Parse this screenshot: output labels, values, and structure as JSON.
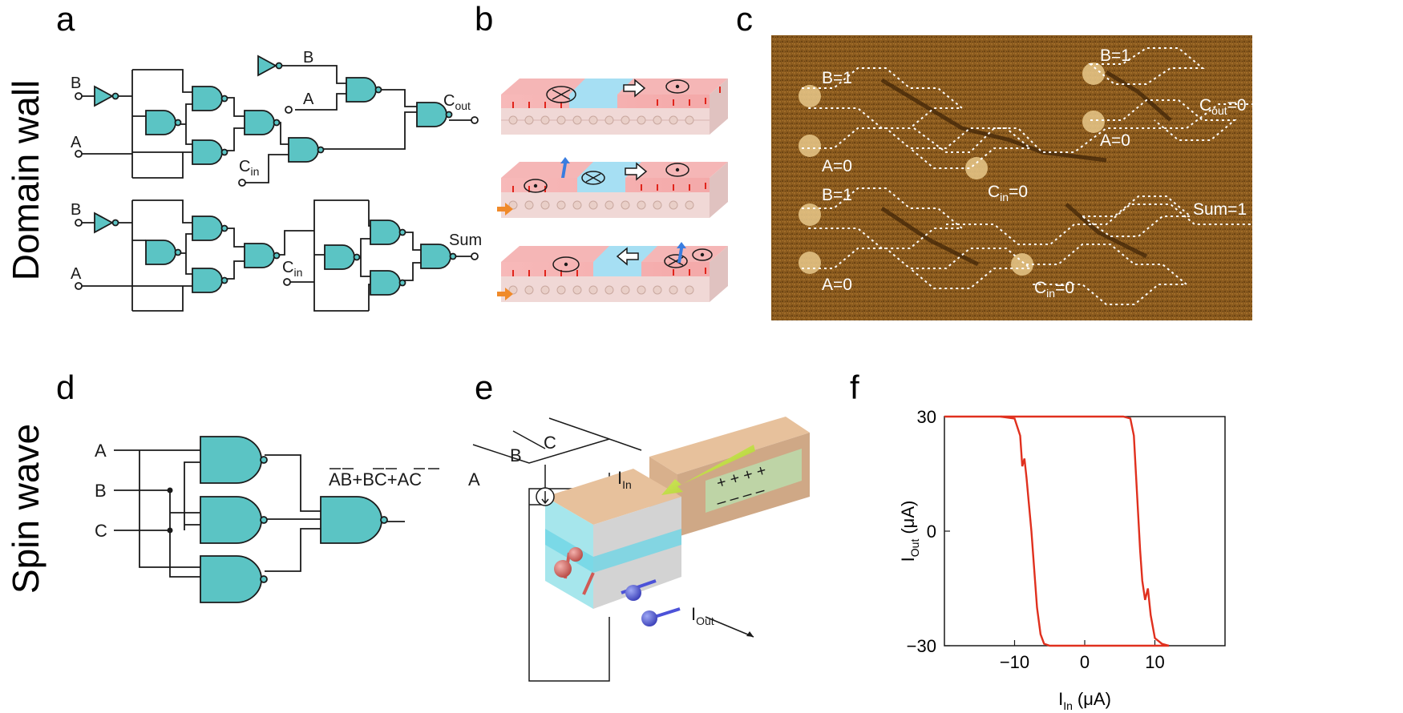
{
  "side_labels": {
    "top": "Domain wall",
    "bottom": "Spin wave"
  },
  "panel_letters": [
    "a",
    "b",
    "c",
    "d",
    "e",
    "f"
  ],
  "panel_a": {
    "carry_circuit": {
      "in_b": "B",
      "in_a": "A",
      "in_b2": "B",
      "in_a2": "A",
      "cin": "C",
      "cin_sub": "in",
      "out": "C",
      "out_sub": "out"
    },
    "sum_circuit": {
      "in_b": "B",
      "in_a": "A",
      "cin": "C",
      "cin_sub": "in",
      "out": "Sum"
    }
  },
  "panel_c": {
    "labels": [
      {
        "text": "B=1"
      },
      {
        "text": "A=0"
      },
      {
        "text": "B=1"
      },
      {
        "text": "A=0"
      },
      {
        "text": "C",
        "sub": "out",
        "tail": "=0"
      },
      {
        "text": "C",
        "sub": "in",
        "tail": "=0"
      },
      {
        "text": "B=1"
      },
      {
        "text": "A=0"
      },
      {
        "text": "Sum=1"
      },
      {
        "text": "C",
        "sub": "in",
        "tail": "=0"
      }
    ]
  },
  "panel_d": {
    "inputs": [
      "A",
      "B",
      "C"
    ],
    "expression": "AB+BC+AC"
  },
  "panel_e": {
    "inputs": [
      "A",
      "B",
      "C"
    ],
    "i_in": "I",
    "i_in_sub": "In",
    "i_out": "I",
    "i_out_sub": "Out",
    "plus": "+ + + +",
    "minus": "– – – –"
  },
  "chart_data": {
    "type": "line",
    "xlabel": "I",
    "xlabel_sub": "In",
    "xlabel_unit": "(μA)",
    "ylabel": "I",
    "ylabel_sub": "Out",
    "ylabel_unit": "(μA)",
    "xlim": [
      -20,
      20
    ],
    "ylim": [
      -30,
      30
    ],
    "xticks": [
      -10,
      0,
      10
    ],
    "yticks": [
      -30,
      0,
      30
    ],
    "xtick_labels": [
      "−10",
      "0",
      "10"
    ],
    "ytick_labels": [
      "−30",
      "0",
      "30"
    ],
    "color": "#e0301e",
    "series": [
      {
        "x": [
          -12,
          -10,
          -9.2,
          -8.9,
          -8.6,
          -8.3,
          -8.0,
          -7.6,
          -7.2,
          -6.8,
          -6.3,
          -5.8,
          -5.0,
          12
        ],
        "y": [
          30,
          29.5,
          25,
          17,
          19,
          14,
          8,
          0,
          -10,
          -20,
          -27,
          -29.5,
          -30,
          -30
        ]
      },
      {
        "x": [
          -20,
          5.5,
          6.5,
          7.0,
          7.3,
          7.6,
          7.9,
          8.2,
          8.6,
          9.0,
          9.4,
          10.0,
          11.0,
          12.0
        ],
        "y": [
          30,
          30,
          29.5,
          25,
          15,
          5,
          -5,
          -13,
          -18,
          -15,
          -22,
          -28,
          -29.5,
          -30
        ]
      }
    ]
  }
}
